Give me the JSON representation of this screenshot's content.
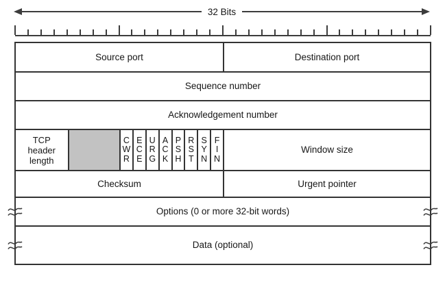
{
  "arrow": {
    "label": "32 Bits"
  },
  "ruler": {
    "bits": 32,
    "major_every": 8
  },
  "table": {
    "row_ports": {
      "source": "Source port",
      "destination": "Destination port"
    },
    "row_sequence": {
      "label": "Sequence number"
    },
    "row_ack": {
      "label": "Acknowledgement number"
    },
    "row_flags": {
      "tcp_header_length": "TCP\nheader\nlength",
      "unused_field": "",
      "flags": [
        "C\nW\nR",
        "E\nC\nE",
        "U\nR\nG",
        "A\nC\nK",
        "P\nS\nH",
        "R\nS\nT",
        "S\nY\nN",
        "F\nI\nN"
      ],
      "window_size": "Window size"
    },
    "row_checksum": {
      "checksum": "Checksum",
      "urgent_pointer": "Urgent pointer"
    },
    "row_options": {
      "label": "Options (0 or more 32-bit words)"
    },
    "row_data": {
      "label": "Data (optional)"
    }
  },
  "colors": {
    "unused_field_fill": "#c2c2c2",
    "line_color": "#333333"
  }
}
